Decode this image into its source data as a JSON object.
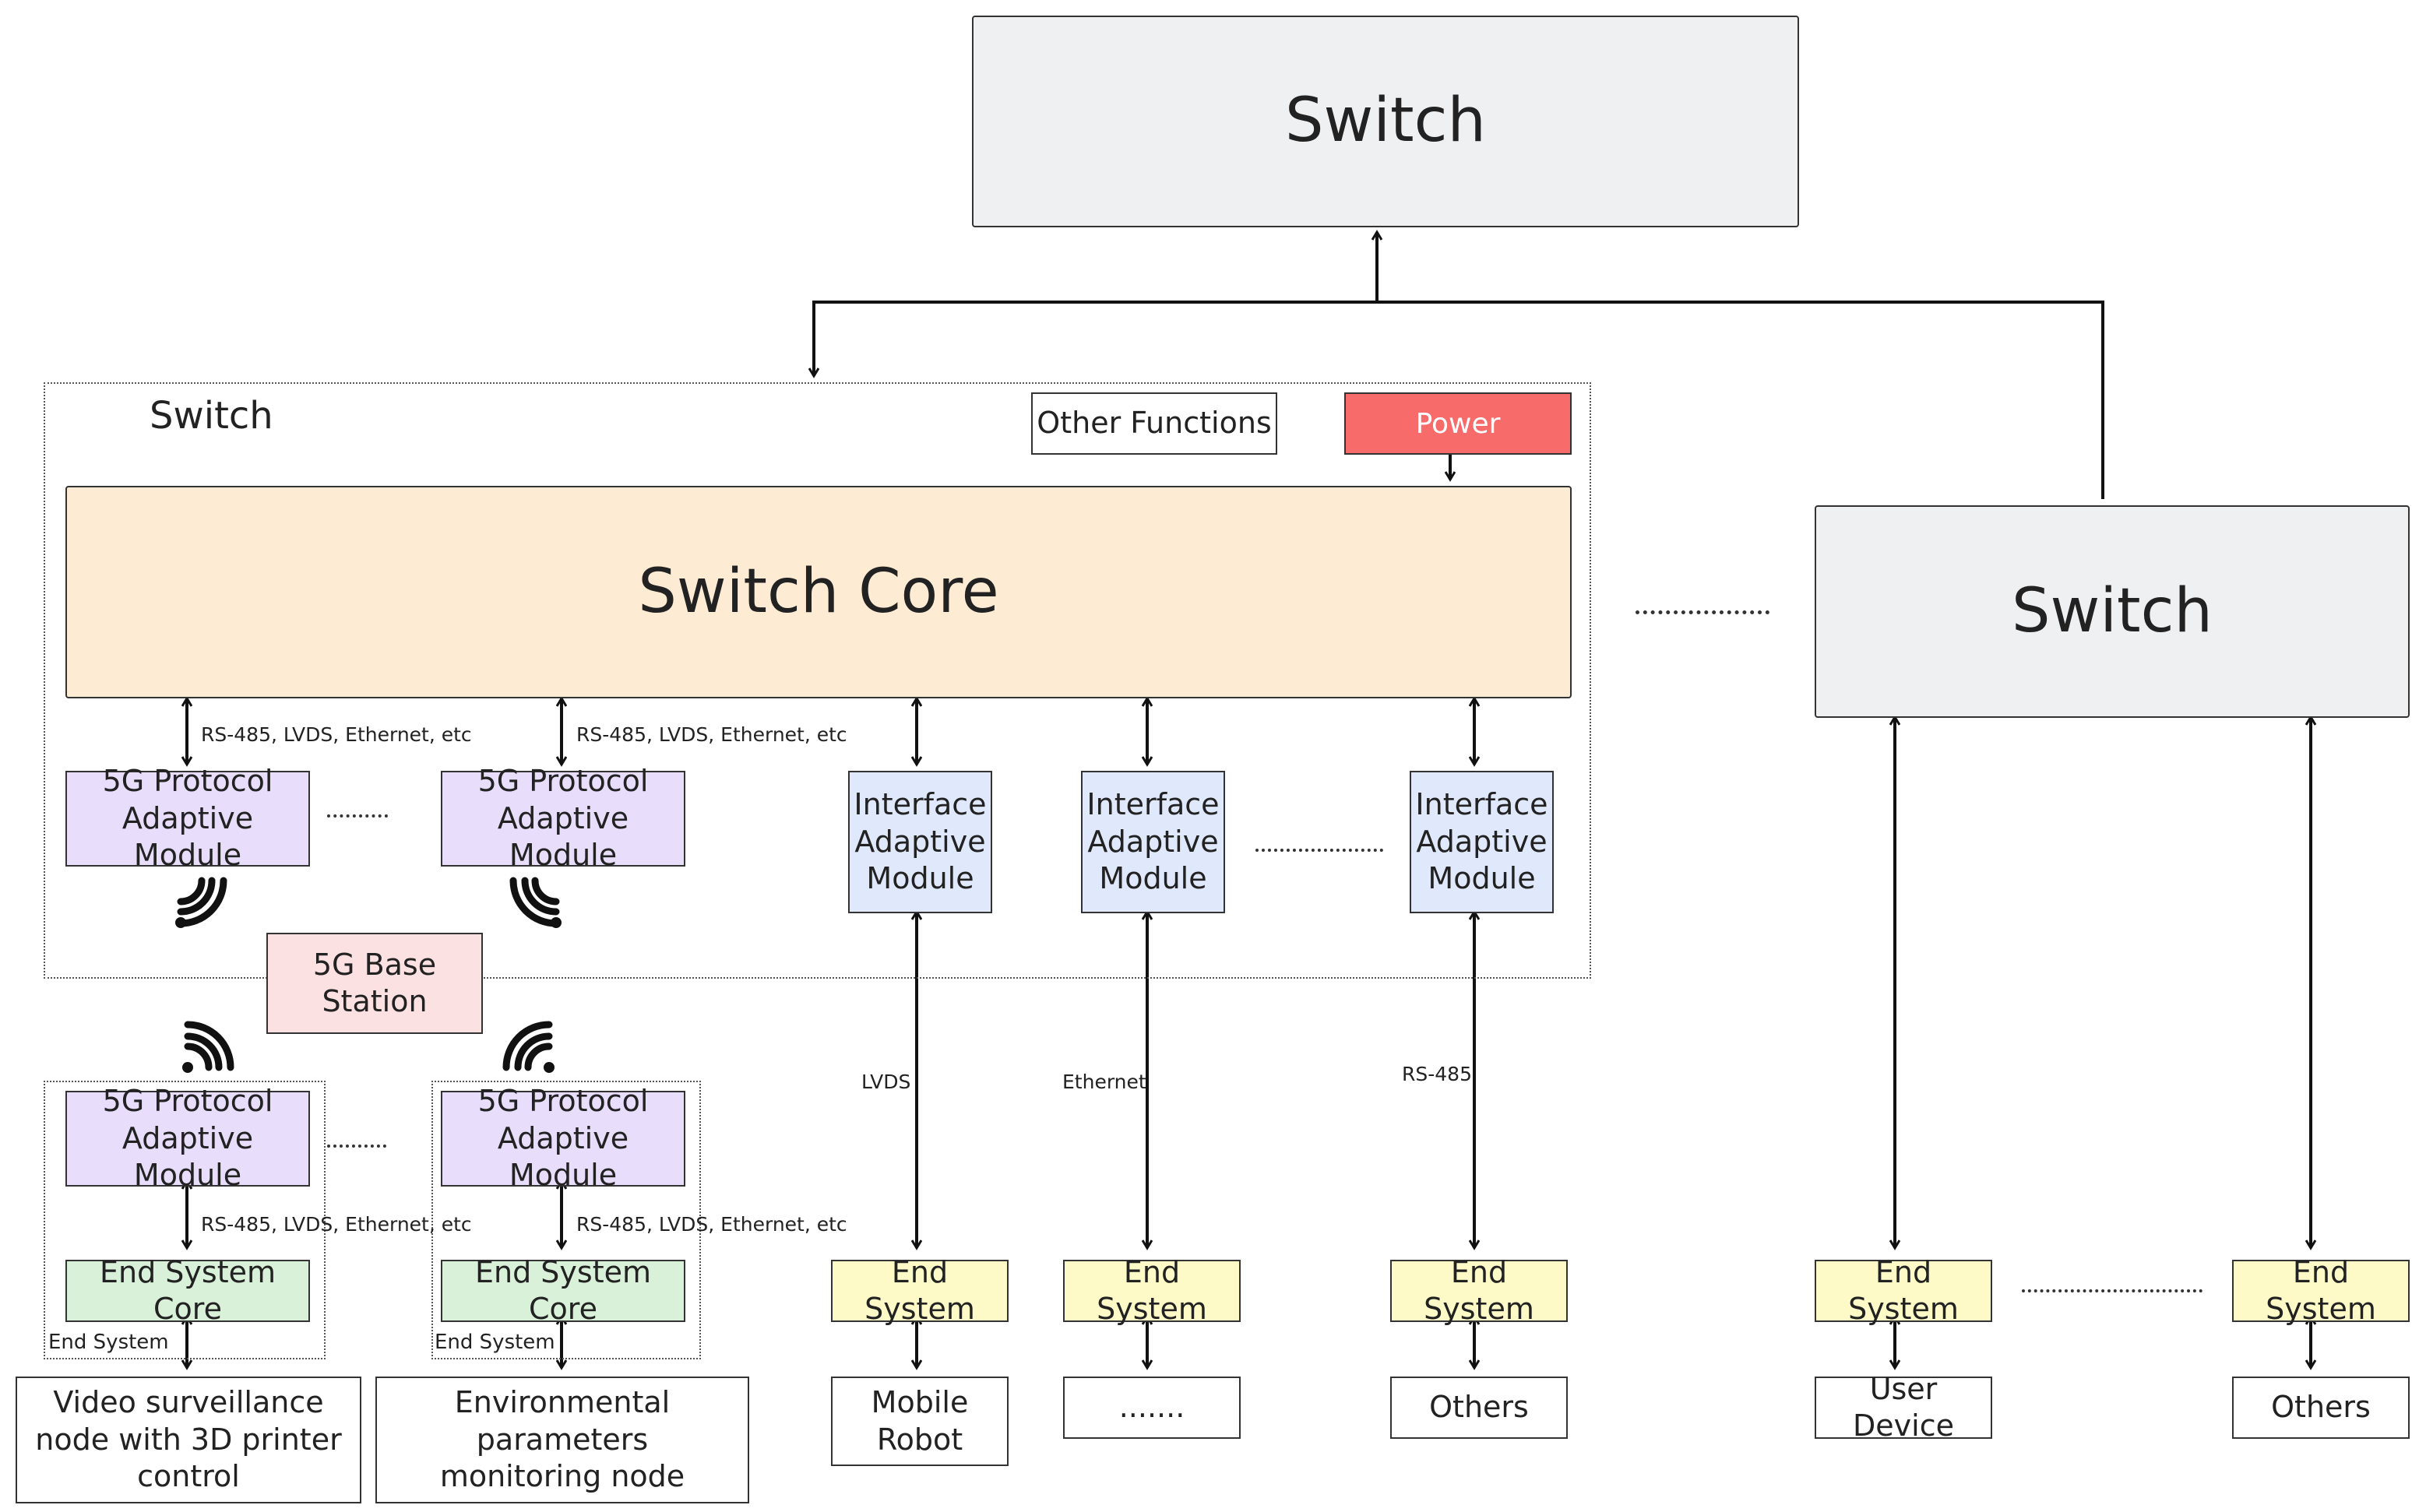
{
  "top_switch": {
    "label": "Switch"
  },
  "main_switch": {
    "label": "Switch",
    "other_functions": "Other Functions",
    "power": "Power",
    "core": "Switch Core"
  },
  "right_switch": {
    "label": "Switch"
  },
  "link_label": "RS-485, LVDS, Ethernet, etc",
  "protocol_module": "5G Protocol Adaptive Module",
  "interface_module": "Interface Adaptive Module",
  "base_station": "5G Base Station",
  "end_system_core": "End System Core",
  "end_system_frame_label": "End System",
  "end_system": "End System",
  "wired_links": [
    "LVDS",
    "Ethernet",
    "RS-485"
  ],
  "devices": {
    "video_node": "Video surveillance node with 3D printer control",
    "env_node": "Environmental parameters monitoring node",
    "mobile_robot": "Mobile Robot",
    "ellipsis": ".......",
    "others": "Others",
    "user_device": "User Device"
  }
}
